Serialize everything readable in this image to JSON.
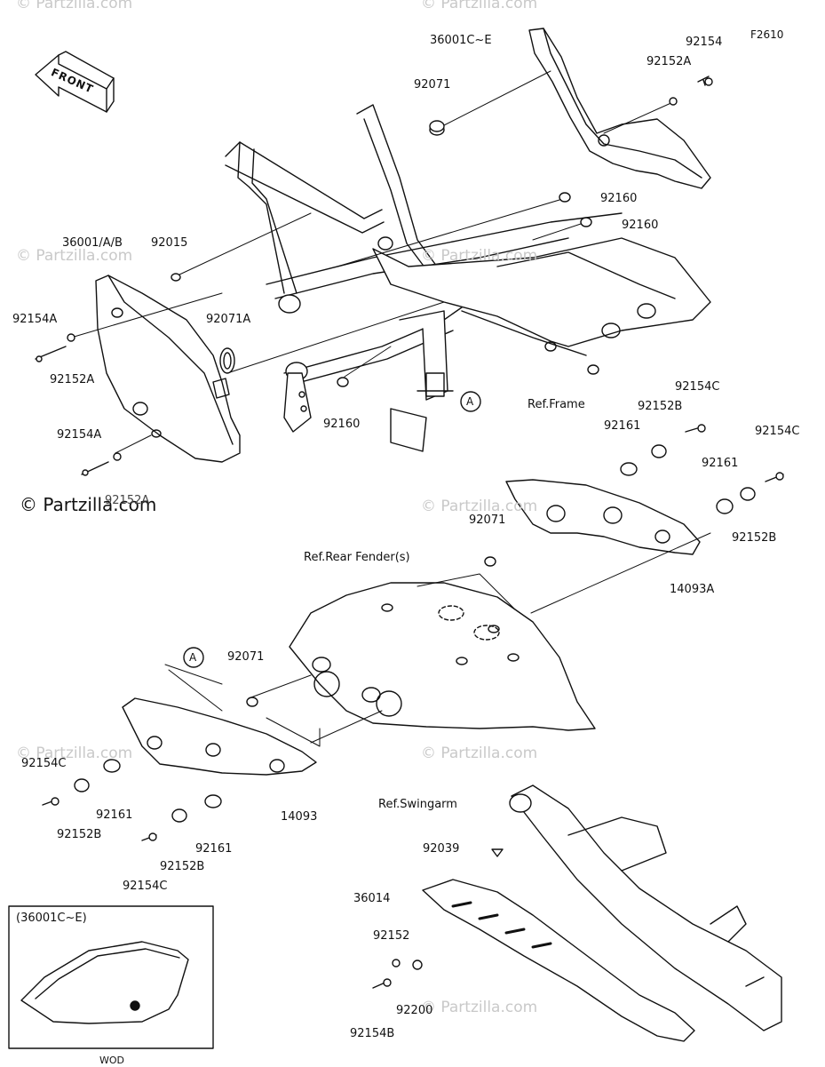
{
  "figure_code": "F2610",
  "front_label": "FRONT",
  "watermark": "© Partzilla.com",
  "watermark_strong": "© Partzilla.com",
  "inset": {
    "title": "(36001C~E)",
    "caption": "WOD"
  },
  "parts": {
    "p36001CE": "36001C~E",
    "p92154_top": "92154",
    "p92152A_top": "92152A",
    "p92071_top": "92071",
    "p92160_a": "92160",
    "p92160_b": "92160",
    "p36001AB": "36001/A/B",
    "p92015": "92015",
    "p92154A_1": "92154A",
    "p92152A_1": "92152A",
    "p92071A": "92071A",
    "p92154A_2": "92154A",
    "p92152A_2": "92152A",
    "p92160_c": "92160",
    "ref_frame": "Ref.Frame",
    "circle_a1": "A",
    "p92154C_r1": "92154C",
    "p92152B_r1": "92152B",
    "p92161_r1": "92161",
    "p92154C_r2": "92154C",
    "p92161_r2": "92161",
    "p92152B_r2": "92152B",
    "p14093A": "14093A",
    "p92071_mid": "92071",
    "ref_rear_fender": "Ref.Rear Fender(s)",
    "circle_a2": "A",
    "p92071_low": "92071",
    "p92154C_l1": "92154C",
    "p92152B_l1": "92152B",
    "p92161_l1": "92161",
    "p14093": "14093",
    "p92154C_l2": "92154C",
    "p92152B_l2": "92152B",
    "p92161_l2": "92161",
    "ref_swingarm": "Ref.Swingarm",
    "p92039": "92039",
    "p36014": "36014",
    "p92152": "92152",
    "p92200": "92200",
    "p92154B": "92154B"
  }
}
